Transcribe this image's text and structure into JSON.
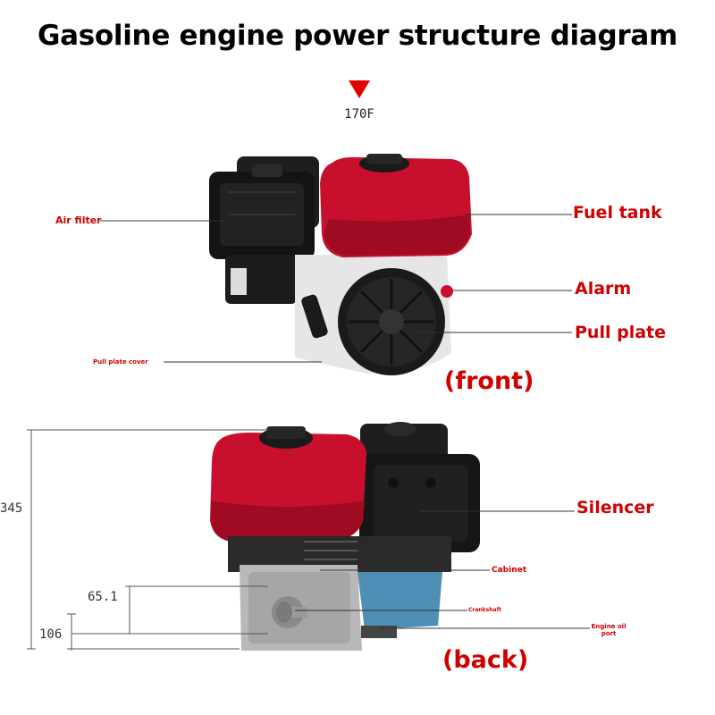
{
  "title": "Gasoline engine power structure diagram",
  "model": "170F",
  "colors": {
    "accent_red": "#d00000",
    "tank_red": "#c8102e",
    "engine_black": "#1a1a1a",
    "engine_white": "#e8e8e8"
  },
  "front_view": {
    "caption": "(front)",
    "labels": {
      "air_filter": "Air filter",
      "fuel_tank": "Fuel tank",
      "alarm": "Alarm",
      "pull_plate": "Pull plate",
      "pull_plate_cover": "Pull plate cover"
    }
  },
  "back_view": {
    "caption": "(back)",
    "labels": {
      "silencer": "Silencer",
      "cabinet": "Cabinet",
      "crankshaft": "Crankshaft",
      "engine_oil_port": "Engine oil port"
    },
    "dimensions": {
      "height": "345",
      "shaft_height": "65.1",
      "base_height": "106"
    }
  }
}
